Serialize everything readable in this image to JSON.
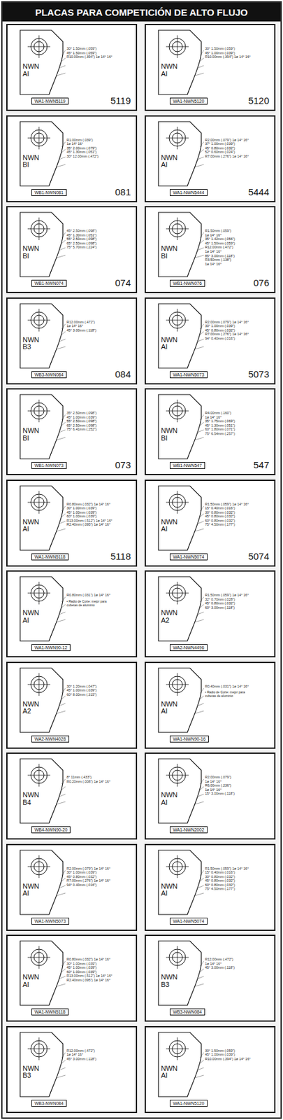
{
  "diagram": {
    "title": "PLACAS PARA COMPETICIÓN DE ALTO FLUJO",
    "nodes": [
      {
        "text": [
          "NWN AI",
          "30° 1.50mm (.059\")",
          "45° 1.50mm (.059\")",
          "R10.00mm (.394\") 1ø 14° 16°",
          "5119"
        ]
      },
      {
        "text": [
          "WA1-NWN5119"
        ],
        "in": 0
      },
      {
        "text": [
          "NWN AI",
          "30° 1.50mm (.059\")",
          "45° 1.00mm (.039\")",
          "R10.00mm (.394\") 1ø 14° 16°",
          "5120"
        ]
      },
      {
        "text": [
          "WA1-NWN5120"
        ],
        "in": 2
      },
      {
        "text": [
          "NWN BI",
          "R1.00mm (.039\")",
          "1ø 14° 16°",
          "35° 2.00mm (.079\")",
          "45° 1.30mm (.051\")",
          "30° 12.00mm (.472\")",
          "081"
        ]
      },
      {
        "text": [
          "WB1-NWN081"
        ],
        "in": 4
      },
      {
        "text": [
          "NWN AI",
          "R2.00mm (.079\") 1ø 14° 16°",
          "37° 1.00mm (.039\")",
          "45° 0.80mm (.032\")",
          "52° 0.60mm (.024\")",
          "R7.00mm (.276\") 1ø 14° 16°",
          "5444"
        ]
      },
      {
        "text": [
          "WA1-NWN5444"
        ],
        "in": 6
      },
      {
        "text": [
          "NWN BI",
          "45° 2.50mm (.098\")",
          "45° 1.30mm (.051\")",
          "55° 2.50mm (.098\")",
          "65° 2.50mm (.098\")",
          "75° 5.70mm (.224\")",
          "074"
        ]
      },
      {
        "text": [
          "WB1-NWN074"
        ],
        "in": 8
      },
      {
        "text": [
          "NWN BI",
          "R1.50mm (.059\")",
          "1ø 14° 16°",
          "35° 1.42mm (.056\")",
          "45° 1.50mm (.059\")",
          "R12.00mm (.472\")",
          "1ø 14° 16°",
          "85° 3.00mm (.118\")",
          "R3.50mm (.138\")",
          "1ø 14° 16°",
          "076"
        ]
      },
      {
        "text": [
          "WB1-NWN076"
        ],
        "in": 10
      },
      {
        "text": [
          "NWN B3",
          "R12.00mm (.472\")",
          "1ø 14° 16°",
          "45° 3.00mm (.118\")",
          "084"
        ]
      },
      {
        "text": [
          "WB3-NWN084"
        ],
        "in": 12
      },
      {
        "text": [
          "NWN AI",
          "R2.00mm (.079\") 1ø 14° 16°",
          "30° 1.00mm (.039\")",
          "45° 0.80mm (.032\")",
          "R7.00mm (.276\") 1ø 14° 16°",
          "94° 0.40mm (.016\")",
          "5073"
        ]
      },
      {
        "text": [
          "WA1-NWN5073"
        ],
        "in": 14
      },
      {
        "text": [
          "NWN BI",
          "35° 2.50mm (.098\")",
          "45° 1.00mm (.039\")",
          "55° 2.50mm (.098\")",
          "65° 2.50mm (.098\")",
          "75° 6.41mm (.252\")",
          "073"
        ]
      },
      {
        "text": [
          "WB1-NWN073"
        ],
        "in": 16
      },
      {
        "text": [
          "NWN BI",
          "R4.00mm (.160\")",
          "1ø 14° 16°",
          "35° 1.75mm (.069\")",
          "45° 1.30mm (.051\")",
          "60° 1.80mm (.071\")",
          "75° 6.54mm (.257\")",
          "547"
        ]
      },
      {
        "text": [
          "WB1-NWN547"
        ],
        "in": 18
      },
      {
        "text": [
          "NWN AI",
          "R0.80mm (.032\") 1ø 14° 16°",
          "30° 1.00mm (.039\")",
          "45° 1.00mm (.039\")",
          "60° 1.00mm (.039\")",
          "R13.00mm (.512\") 1ø 14° 16°",
          "R2.40mm (.095\") 1ø 14° 16°",
          "5118"
        ]
      },
      {
        "text": [
          "WA1-NWN5118"
        ],
        "in": 20
      },
      {
        "text": [
          "NWN AI",
          "R1.50mm (.059\") 1ø 14° 16°",
          "15° 0.40mm (.016\")",
          "30° 0.80mm (.032\")",
          "45° 0.80mm (.032\")",
          "60° 0.80mm (.032\")",
          "75° 4.50mm (.177\")",
          "5074"
        ]
      },
      {
        "text": [
          "WA1-NWN5074"
        ],
        "in": 22
      },
      {
        "text": [
          "NWN AI",
          "R0.80mm (.031\") 1ø 14° 16°",
          "• Radio de Corte: mejor para cubetas de aluminio"
        ]
      },
      {
        "text": [
          "WA1-NWN90-12"
        ],
        "in": 24
      },
      {
        "text": [
          "NWN A2",
          "R1.50mm (.059\") 1ø 14° 16°",
          "32° 0.70mm (.028\")",
          "45° 0.80mm (.032\")",
          "60° 3.00mm (.118\")"
        ]
      },
      {
        "text": [
          "WA2-NWN4496"
        ],
        "in": 26
      },
      {
        "text": [
          "NWN A2",
          "30° 1.20mm (.047\")",
          "45° 1.00mm (.039\")",
          "60° 8.00mm (.315\")"
        ]
      },
      {
        "text": [
          "WA2-NWN4028"
        ],
        "in": 28
      },
      {
        "text": [
          "NWN AI",
          "R0.40mm (.031\") 1ø 14° 16°",
          "• Radio de Corte: mejor para cubetas de aluminio"
        ]
      },
      {
        "text": [
          "WA1-NWN90-16"
        ],
        "in": 30
      },
      {
        "text": [
          "NWN B4",
          "8° 11mm (.433\")",
          "R0.20mm (.008\") 1ø 14° 16°"
        ]
      },
      {
        "text": [
          "WB4-NWN90-20"
        ],
        "in": 32
      },
      {
        "text": [
          "NWN AI",
          "R2.00mm (.079\")",
          "1ø 14° 16°",
          "R6.00mm (.236\")",
          "1ø 14° 16°",
          "15° 3.00mm (.118\")"
        ]
      },
      {
        "text": [
          "WA1-NWN2002"
        ],
        "in": 34
      },
      {
        "text": [
          "NWN AI",
          "R2.00mm (.079\") 1ø 14° 16°",
          "30° 1.00mm (.039\")",
          "45° 0.80mm (.032\")",
          "R7.00mm (.276\") 1ø 14° 16°",
          "94° 0.40mm (.016\")"
        ]
      },
      {
        "text": [
          "WA1-NWN5073"
        ],
        "in": 36
      },
      {
        "text": [
          "NWN AI",
          "R1.50mm (.059\") 1ø 14° 16°",
          "15° 0.40mm (.016\")",
          "30° 0.80mm (.032\")",
          "45° 0.80mm (.032\")",
          "60° 0.80mm (.032\")",
          "75° 4.50mm (.177\")"
        ]
      },
      {
        "text": [
          "WA1-NWN5074"
        ],
        "in": 38
      },
      {
        "text": [
          "NWN AI",
          "R0.80mm (.032\") 1ø 14° 16°",
          "30° 1.00mm (.039\")",
          "45° 1.00mm (.039\")",
          "60° 1.00mm (.039\")",
          "R13.00mm (.512\") 1ø 14° 16°",
          "R2.40mm (.095\") 1ø 14° 16°"
        ]
      },
      {
        "text": [
          "WA1-NWN5118"
        ],
        "in": 40
      },
      {
        "text": [
          "NWN B3",
          "R12.00mm (.472\")",
          "1ø 14° 16°",
          "45° 3.00mm (.118\")"
        ]
      },
      {
        "text": [
          "WB3-NWN084"
        ],
        "in": 42
      },
      {
        "text": [
          "NWN B3",
          "R12.00mm (.472\")",
          "1ø 14° 16°",
          "45° 3.00mm (.118\")"
        ]
      },
      {
        "text": [
          "WB3-NWN084"
        ],
        "in": 44
      },
      {
        "text": [
          "NWN AI",
          "30° 1.50mm (.059\")",
          "45° 1.00mm (.039\")",
          "R10.00mm (.394\") 1ø 14° 16°"
        ]
      },
      {
        "text": [
          "WA1-NWN5120"
        ],
        "in": 46
      }
    ]
  }
}
